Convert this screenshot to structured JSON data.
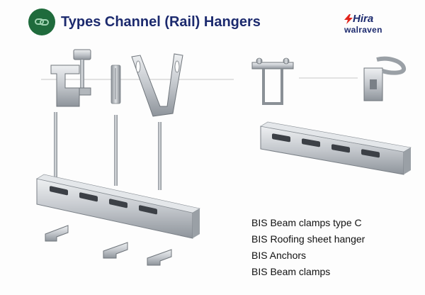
{
  "slide": {
    "title": "Types Channel (Rail) Hangers",
    "logo": {
      "brand_top": "Hira",
      "brand_bottom": "walraven"
    },
    "products": [
      "BIS Beam clamps type C",
      "BIS Roofing sheet hanger",
      "BIS Anchors",
      "BIS Beam clamps"
    ],
    "colors": {
      "title": "#1c2a6e",
      "icon_bg": "#1f6b3c",
      "logo_accent": "#e2231a",
      "steel": "#c9ccd0"
    },
    "icons": {
      "title_icon": "chain-link-icon"
    }
  }
}
